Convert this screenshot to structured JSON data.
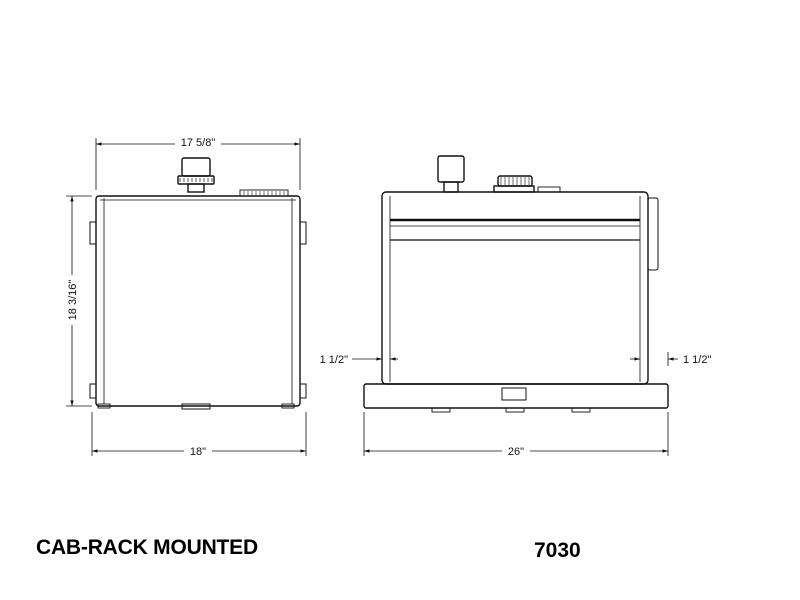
{
  "drawing": {
    "side_view": {
      "width_dim": "17 5/8\"",
      "height_dim": "18 3/16\"",
      "base_width_dim": "18\""
    },
    "front_view": {
      "overall_width_dim": "26\"",
      "left_offset_dim": "1 1/2\"",
      "right_offset_dim": "1 1/2\""
    }
  },
  "caption": {
    "title": "CAB-RACK MOUNTED",
    "model_number": "7030"
  }
}
